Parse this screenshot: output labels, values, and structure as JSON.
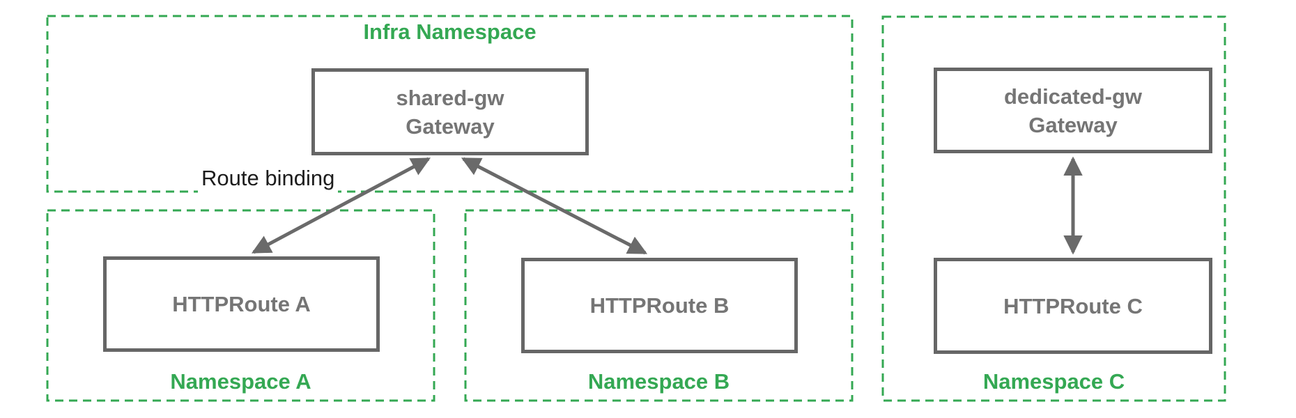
{
  "colors": {
    "namespace_green": "#34a853",
    "box_border_gray": "#666666",
    "box_text_gray": "#757575",
    "arrow_gray": "#6a6a6a",
    "annotation_black": "#1c1c1c",
    "background": "#ffffff"
  },
  "diagram": {
    "infra_namespace": {
      "label": "Infra Namespace"
    },
    "namespace_a": {
      "label": "Namespace A"
    },
    "namespace_b": {
      "label": "Namespace B"
    },
    "namespace_c": {
      "label": "Namespace C"
    },
    "shared_gateway": {
      "line1": "shared-gw",
      "line2": "Gateway"
    },
    "dedicated_gateway": {
      "line1": "dedicated-gw",
      "line2": "Gateway"
    },
    "httproute_a": {
      "label": "HTTPRoute A"
    },
    "httproute_b": {
      "label": "HTTPRoute B"
    },
    "httproute_c": {
      "label": "HTTPRoute C"
    },
    "route_binding_annotation": "Route binding"
  }
}
